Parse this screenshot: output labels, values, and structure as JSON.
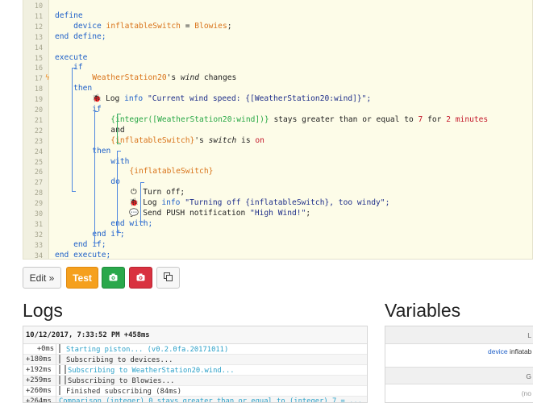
{
  "code": {
    "lines": [
      {
        "n": "10",
        "parts": []
      },
      {
        "n": "11",
        "parts": [
          {
            "t": "define",
            "c": "kw"
          }
        ]
      },
      {
        "n": "12",
        "parts": [
          {
            "t": "    device ",
            "c": "kw"
          },
          {
            "t": "inflatableSwitch",
            "c": "var"
          },
          {
            "t": " = ",
            "c": "mono-dark"
          },
          {
            "t": "Blowies",
            "c": "dev"
          },
          {
            "t": ";",
            "c": "mono-dark"
          }
        ]
      },
      {
        "n": "13",
        "parts": [
          {
            "t": "end define;",
            "c": "kw"
          }
        ]
      },
      {
        "n": "14",
        "parts": []
      },
      {
        "n": "15",
        "parts": [
          {
            "t": "execute",
            "c": "kw"
          }
        ]
      },
      {
        "n": "16",
        "parts": [
          {
            "t": "    if",
            "c": "kw"
          }
        ]
      },
      {
        "n": "17",
        "flag": "ϟ",
        "parts": [
          {
            "t": "        WeatherStation20",
            "c": "dev"
          },
          {
            "t": "'s ",
            "c": "mono-dark"
          },
          {
            "t": "wind",
            "c": "mono-dark it"
          },
          {
            "t": " changes",
            "c": "mono-dark"
          }
        ]
      },
      {
        "n": "18",
        "parts": [
          {
            "t": "    then",
            "c": "kw"
          }
        ]
      },
      {
        "n": "19",
        "parts": [
          {
            "t": "        ",
            "c": "mono-dark"
          },
          {
            "t": "🐞",
            "c": "ico"
          },
          {
            "t": " Log ",
            "c": "mono-dark"
          },
          {
            "t": "info",
            "c": "kw"
          },
          {
            "t": " \"Current wind speed: {[WeatherStation20:wind]}\";",
            "c": "str"
          }
        ]
      },
      {
        "n": "20",
        "parts": [
          {
            "t": "        if",
            "c": "kw"
          }
        ]
      },
      {
        "n": "21",
        "parts": [
          {
            "t": "            {integer([WeatherStation20:wind])}",
            "c": "grn"
          },
          {
            "t": " stays greater than or equal to ",
            "c": "mono-dark"
          },
          {
            "t": "7",
            "c": "num"
          },
          {
            "t": " for ",
            "c": "mono-dark"
          },
          {
            "t": "2 minutes",
            "c": "num"
          }
        ]
      },
      {
        "n": "22",
        "parts": [
          {
            "t": "            and",
            "c": "mono-dark"
          }
        ]
      },
      {
        "n": "23",
        "parts": [
          {
            "t": "            {inflatableSwitch}",
            "c": "var"
          },
          {
            "t": "'s ",
            "c": "mono-dark"
          },
          {
            "t": "switch",
            "c": "mono-dark it"
          },
          {
            "t": " is ",
            "c": "mono-dark"
          },
          {
            "t": "on",
            "c": "num"
          }
        ]
      },
      {
        "n": "24",
        "parts": [
          {
            "t": "        then",
            "c": "kw"
          }
        ]
      },
      {
        "n": "25",
        "parts": [
          {
            "t": "            with",
            "c": "kw"
          }
        ]
      },
      {
        "n": "26",
        "parts": [
          {
            "t": "                {inflatableSwitch}",
            "c": "var"
          }
        ]
      },
      {
        "n": "27",
        "parts": [
          {
            "t": "            do",
            "c": "kw"
          }
        ]
      },
      {
        "n": "28",
        "parts": [
          {
            "t": "                ",
            "c": "mono-dark"
          },
          {
            "t": "⏻",
            "c": "ico"
          },
          {
            "t": " Turn off;",
            "c": "mono-dark"
          }
        ]
      },
      {
        "n": "29",
        "parts": [
          {
            "t": "                ",
            "c": "mono-dark"
          },
          {
            "t": "🐞",
            "c": "ico"
          },
          {
            "t": " Log ",
            "c": "mono-dark"
          },
          {
            "t": "info",
            "c": "kw"
          },
          {
            "t": " \"Turning off {inflatableSwitch}, too windy\";",
            "c": "str"
          }
        ]
      },
      {
        "n": "30",
        "parts": [
          {
            "t": "                ",
            "c": "mono-dark"
          },
          {
            "t": "💬",
            "c": "ico"
          },
          {
            "t": " Send PUSH notification ",
            "c": "mono-dark"
          },
          {
            "t": "\"High Wind!\"",
            "c": "str"
          },
          {
            "t": ";",
            "c": "mono-dark"
          }
        ]
      },
      {
        "n": "31",
        "parts": [
          {
            "t": "            end with;",
            "c": "kw"
          }
        ]
      },
      {
        "n": "32",
        "parts": [
          {
            "t": "        end if;",
            "c": "kw"
          }
        ]
      },
      {
        "n": "33",
        "parts": [
          {
            "t": "    end if;",
            "c": "kw"
          }
        ]
      },
      {
        "n": "34",
        "parts": [
          {
            "t": "end execute;",
            "c": "kw"
          }
        ]
      }
    ]
  },
  "toolbar": {
    "edit_label": "Edit »",
    "test_label": "Test",
    "camera_icon_1": "camera-icon",
    "camera_icon_2": "camera-icon",
    "copy_icon": "copy-icon"
  },
  "logs": {
    "title": "Logs",
    "header": "10/12/2017, 7:33:52 PM +458ms",
    "rows": [
      {
        "time": "+0ms",
        "tree": "single",
        "msg": "Starting piston... (v0.2.0fa.20171011)",
        "link": true
      },
      {
        "time": "+180ms",
        "tree": "single",
        "msg": "Subscribing to devices...",
        "link": false
      },
      {
        "time": "+192ms",
        "tree": "double",
        "msg": "Subscribing to WeatherStation20.wind...",
        "link": true
      },
      {
        "time": "+259ms",
        "tree": "double",
        "msg": "Subscribing to Blowies...",
        "link": false
      },
      {
        "time": "+260ms",
        "tree": "single",
        "msg": "Finished subscribing (84ms)",
        "link": false
      },
      {
        "time": "+264ms",
        "tree": "none",
        "msg": "Comparison (integer) 0 stays greater than or equal to (integer) 7 = ...",
        "link": true
      }
    ]
  },
  "variables": {
    "title": "Variables",
    "head_label": "L",
    "row_type": "device",
    "row_name": "inflatab",
    "sub_label": "G",
    "none_label": "(no"
  },
  "colors": {
    "code_bg": "#fdfce8",
    "keyword": "#1f60c8",
    "variable": "#d9731a",
    "test_button": "#f5a01e",
    "camera_green": "#2aa84b",
    "camera_red": "#d93240"
  }
}
